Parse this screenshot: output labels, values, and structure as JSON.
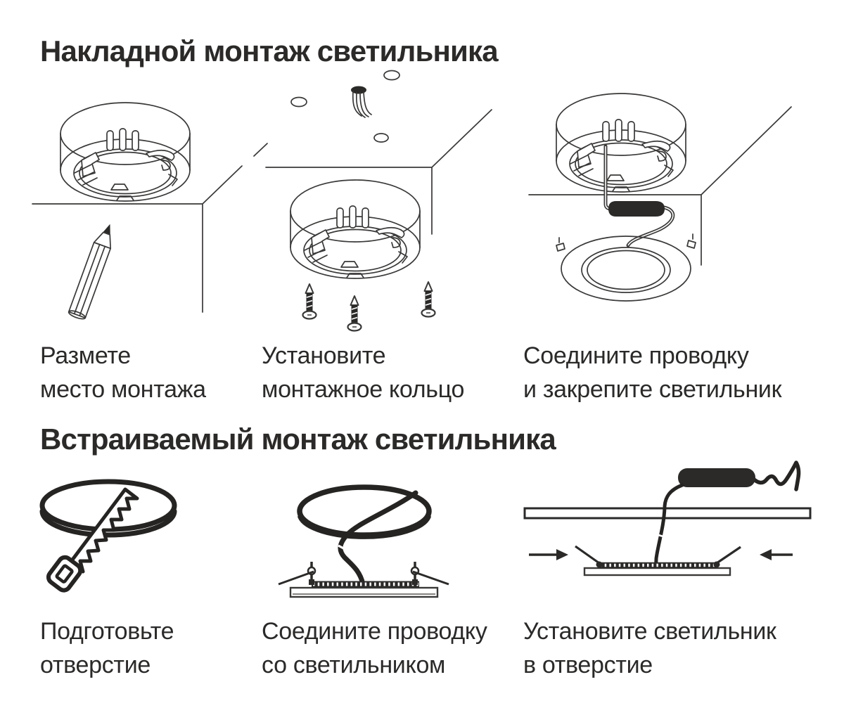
{
  "document": {
    "type": "luminaire-installation-instructions",
    "language": "ru",
    "background": "#ffffff"
  },
  "colors": {
    "text": "#2b2a29",
    "thin_line_art": "#3a3938",
    "bold_line_art": "#262422"
  },
  "sections": [
    {
      "heading": "Накладной монтаж светильника",
      "steps": [
        {
          "icon": "pencil-marking-illustration",
          "caption_lines": [
            "Размете",
            "место монтажа"
          ]
        },
        {
          "icon": "mounting-ring-screws-illustration",
          "caption_lines": [
            "Установите",
            "монтажное кольцо"
          ]
        },
        {
          "icon": "wiring-driver-luminaire-illustration",
          "caption_lines": [
            "Соедините проводку",
            "и закрепите светильник"
          ]
        }
      ]
    },
    {
      "heading": "Встраиваемый монтаж светильника",
      "steps": [
        {
          "icon": "saw-hole-illustration",
          "caption_lines": [
            "Подготовьте",
            "отверстие"
          ]
        },
        {
          "icon": "wire-loop-panel-illustration",
          "caption_lines": [
            "Соедините проводку",
            "со светильником"
          ]
        },
        {
          "icon": "panel-into-hole-illustration",
          "caption_lines": [
            "Установите светильник",
            "в отверстие"
          ]
        }
      ]
    }
  ]
}
